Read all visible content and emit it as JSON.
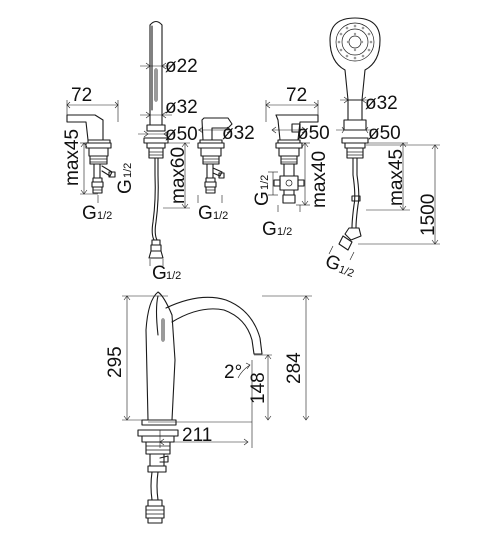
{
  "dimensions": {
    "handle_left_width": "72",
    "handle_left_max": "max45",
    "handle_left_thread_g": "G",
    "handle_left_thread_frac": "1/2",
    "handle_left_side_g": "G",
    "handle_left_side_frac": "1/2",
    "spout_dia_top": "ø22",
    "spout_dia_mid": "ø32",
    "spout_dia_base": "ø50",
    "spout_max": "max60",
    "spout_hose_g": "G",
    "spout_hose_frac": "1/2",
    "middle_dia": "ø32",
    "middle_thread_g": "G",
    "middle_thread_frac": "1/2",
    "diverter_width": "72",
    "diverter_dia": "ø50",
    "diverter_max": "max40",
    "diverter_side_g": "G",
    "diverter_side_frac": "1/2",
    "diverter_bottom_g": "G",
    "diverter_bottom_frac": "1/2",
    "shower_dia_mid": "ø32",
    "shower_dia_base": "ø50",
    "shower_max": "max45",
    "shower_hose_length": "1500",
    "shower_thread_g": "G",
    "shower_thread_frac": "1/2",
    "main_height": "295",
    "main_outlet_height": "284",
    "main_inner_height": "148",
    "main_angle": "2°",
    "main_reach": "211"
  }
}
